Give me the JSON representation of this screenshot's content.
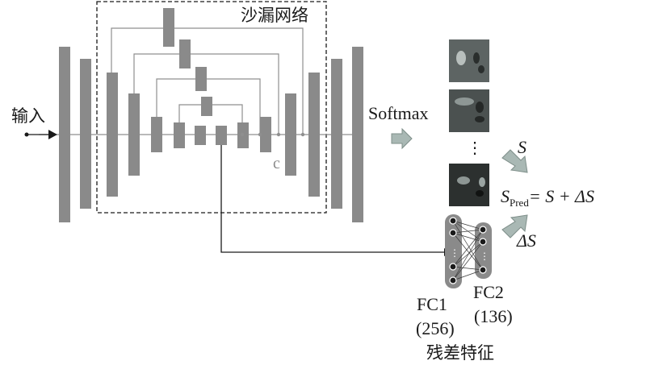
{
  "labels": {
    "hourglass": "沙漏网络",
    "input": "输入",
    "softmax": "Softmax",
    "concat": "c",
    "fc1": "FC1",
    "fc1_size": "(256)",
    "fc2": "FC2",
    "fc2_size": "(136)",
    "residual": "残差特征",
    "s": "S",
    "delta_s": "ΔS",
    "pred_lhs": "S",
    "pred_sub": "Pred",
    "pred_rhs": "= S + ΔS",
    "ellipsis": "⋮"
  },
  "colors": {
    "bar": "#8a8a8a",
    "arrow_fill": "#a9b8b4",
    "line": "#8f8f8f",
    "dark": "#1a1a1a"
  }
}
